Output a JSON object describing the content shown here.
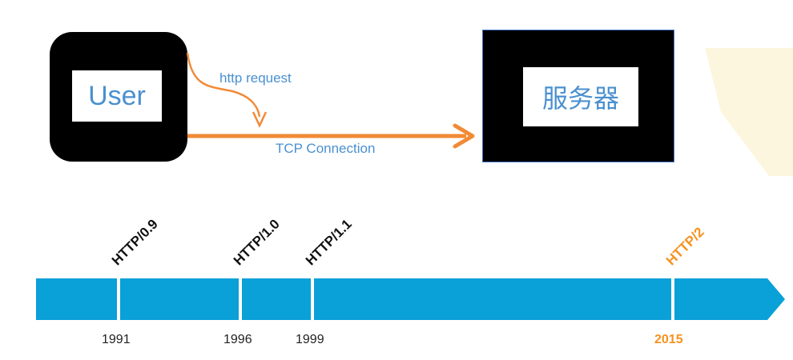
{
  "top_diagram": {
    "user_label": "User",
    "server_label": "服务器",
    "request_label": "http request",
    "connection_label": "TCP Connection"
  },
  "timeline": {
    "milestones": [
      {
        "version": "HTTP/0.9",
        "year": "1991"
      },
      {
        "version": "HTTP/1.0",
        "year": "1996"
      },
      {
        "version": "HTTP/1.1",
        "year": "1999"
      },
      {
        "version": "HTTP/2",
        "year": "2015"
      }
    ]
  },
  "colors": {
    "arrow": "#f28a36",
    "label_blue": "#4a90d0",
    "timeline_bar": "#0aa0d8",
    "highlight": "#f6921e"
  }
}
